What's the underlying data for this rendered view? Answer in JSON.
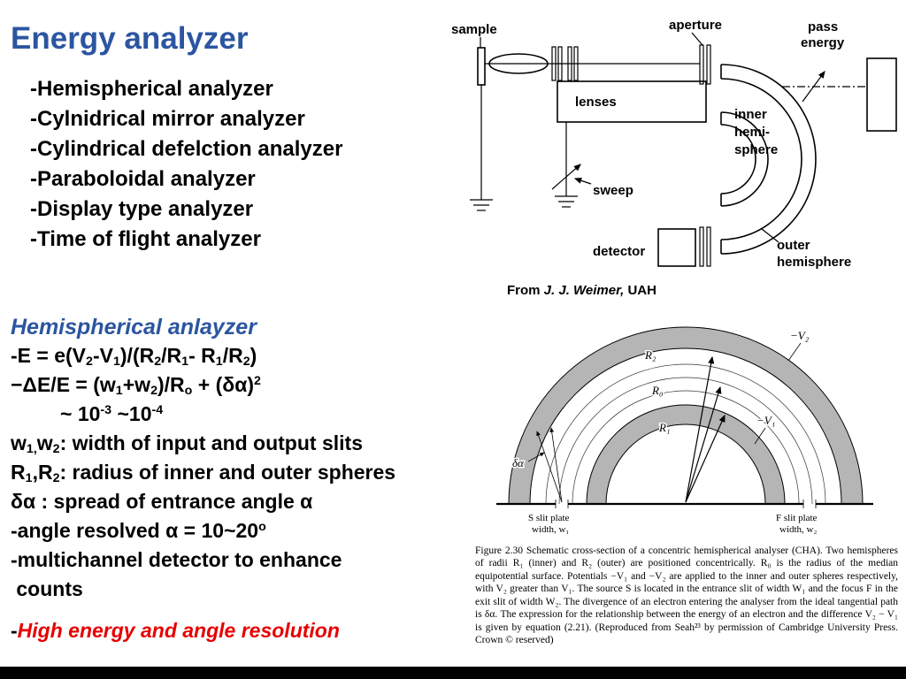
{
  "colors": {
    "heading_blue": "#2b55a0",
    "emphasis_red": "#e60000"
  },
  "title": "Energy analyzer",
  "analyzers": [
    "-Hemispherical analyzer",
    "-Cylnidrical mirror analyzer",
    "-Cylindrical defelction analyzer",
    "-Paraboloidal analyzer",
    "-Display type analyzer",
    "-Time of flight analyzer"
  ],
  "credit": {
    "pre": "From ",
    "name": "J. J. Weimer,",
    "post": " UAH"
  },
  "hemi_heading": "Hemispherical anlayzer",
  "equations": [
    {
      "seg": [
        [
          "-E = e(V",
          ""
        ],
        [
          "2",
          "sub"
        ],
        [
          "-V",
          ""
        ],
        [
          "1",
          "sub"
        ],
        [
          ")/(R",
          ""
        ],
        [
          "2",
          "sub"
        ],
        [
          "/R",
          ""
        ],
        [
          "1",
          "sub"
        ],
        [
          "- R",
          ""
        ],
        [
          "1",
          "sub"
        ],
        [
          "/R",
          ""
        ],
        [
          "2",
          "sub"
        ],
        [
          ")",
          ""
        ]
      ]
    },
    {
      "seg": [
        [
          "−ΔE/E = (w",
          ""
        ],
        [
          "1",
          "sub"
        ],
        [
          "+w",
          ""
        ],
        [
          "2",
          "sub"
        ],
        [
          ")/R",
          ""
        ],
        [
          "o",
          "sub"
        ],
        [
          " + (δα)",
          ""
        ],
        [
          "2",
          "sup"
        ]
      ]
    },
    {
      "cls": "indent",
      "seg": [
        [
          "~ 10",
          ""
        ],
        [
          "-3",
          "sup"
        ],
        [
          " ~10",
          ""
        ],
        [
          "-4",
          "sup"
        ]
      ]
    },
    {
      "seg": [
        [
          "w",
          ""
        ],
        [
          "1,",
          "sub"
        ],
        [
          "w",
          ""
        ],
        [
          "2",
          "sub"
        ],
        [
          ": width of input and output slits",
          ""
        ]
      ]
    },
    {
      "seg": [
        [
          "R",
          ""
        ],
        [
          "1",
          "sub"
        ],
        [
          ",R",
          ""
        ],
        [
          "2",
          "sub"
        ],
        [
          ": radius of inner and outer spheres",
          ""
        ]
      ]
    },
    {
      "seg": [
        [
          "δα : spread of entrance angle α",
          ""
        ]
      ]
    },
    {
      "seg": [
        [
          "-angle resolved α = 10~20",
          ""
        ],
        [
          "o",
          "sup"
        ]
      ]
    },
    {
      "seg": [
        [
          "-multichannel detector to enhance",
          ""
        ]
      ]
    },
    {
      "seg": [
        [
          " counts",
          ""
        ]
      ]
    },
    {
      "cls": "red",
      "seg": [
        [
          "-",
          "",
          "dash"
        ],
        [
          "High energy and angle resolution",
          "",
          "redtxt"
        ]
      ]
    }
  ],
  "schematic": {
    "sample": "sample",
    "aperture": "aperture",
    "pass_1": "pass",
    "pass_2": "energy",
    "lenses": "lenses",
    "inner_1": "inner",
    "inner_2": "hemi-",
    "inner_3": "sphere",
    "sweep": "sweep",
    "detector": "detector",
    "outer_1": "outer",
    "outer_2": "hemisphere"
  },
  "figure": {
    "v2": "−V₂",
    "v1": "−V₁",
    "r2": "R₂",
    "r0": "R₀",
    "r1": "R₁",
    "da": "δα",
    "s_slit_1": "S slit plate",
    "s_slit_2": "width, w₁",
    "f_slit_1": "F slit plate",
    "f_slit_2": "width, w₂",
    "caption": "Figure 2.30  Schematic cross-section of a concentric hemispherical analyser (CHA). Two hemispheres of radii R₁ (inner) and R₂ (outer) are positioned concentrically. R₀ is the radius of the median equipotential surface. Potentials −V₁ and −V₂ are applied to the inner and outer spheres respectively, with V₂ greater than V₁. The source S is located in the entrance slit of width W₁ and the focus F in the exit slit of width W₂. The divergence of an electron entering the analyser from the ideal tangential path is δα. The expression for the relationship between the energy of an electron and the difference V₂ − V₁ is given by equation (2.21). (Reproduced from Seah²³ by permission of Cambridge University Press. Crown © reserved)"
  }
}
